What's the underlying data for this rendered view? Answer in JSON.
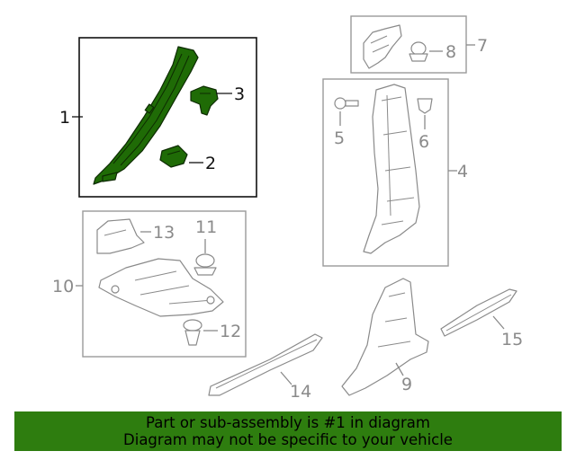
{
  "diagram": {
    "callouts": [
      {
        "id": "1",
        "text": "1"
      },
      {
        "id": "2",
        "text": "2"
      },
      {
        "id": "3",
        "text": "3"
      },
      {
        "id": "4",
        "text": "4"
      },
      {
        "id": "5",
        "text": "5"
      },
      {
        "id": "6",
        "text": "6"
      },
      {
        "id": "7",
        "text": "7"
      },
      {
        "id": "8",
        "text": "8"
      },
      {
        "id": "9",
        "text": "9"
      },
      {
        "id": "10",
        "text": "10"
      },
      {
        "id": "11",
        "text": "11"
      },
      {
        "id": "12",
        "text": "12"
      },
      {
        "id": "13",
        "text": "13"
      },
      {
        "id": "14",
        "text": "14"
      },
      {
        "id": "15",
        "text": "15"
      }
    ],
    "highlight_color": "#2e7d0f"
  },
  "banner": {
    "line1": "Part or sub-assembly is #1 in diagram",
    "line2": "Diagram may not be specific to your vehicle"
  }
}
